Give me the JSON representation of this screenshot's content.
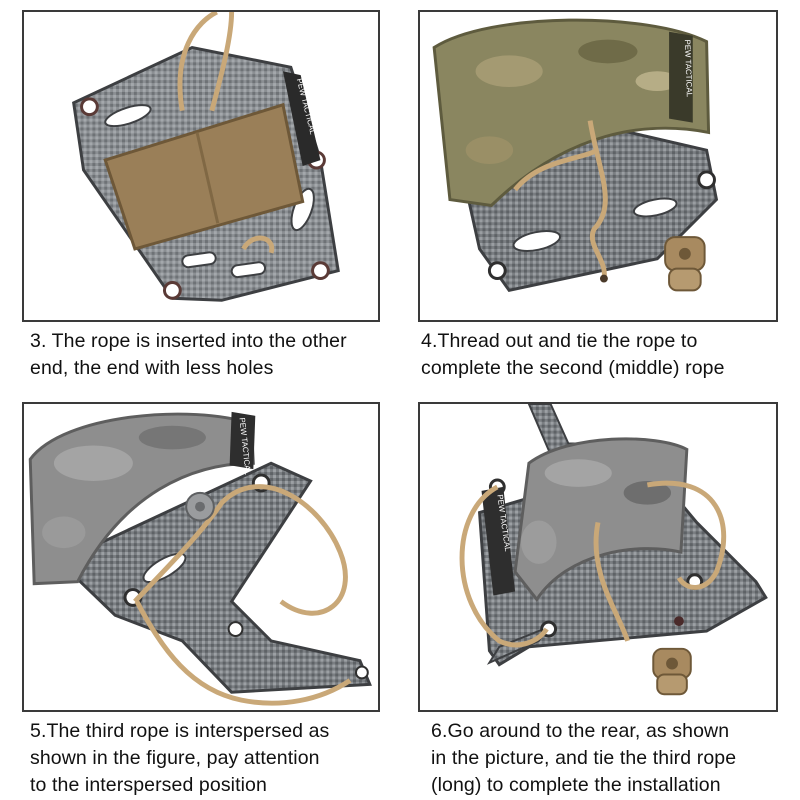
{
  "steps": [
    {
      "caption": "3. The rope is inserted into the other\nend, the end with less holes",
      "brand": "PEW TACTICAL"
    },
    {
      "caption": "4.Thread out and tie the rope to\ncomplete the second (middle) rope",
      "brand": "PEW TACTICAL"
    },
    {
      "caption": "5.The third rope is interspersed as\nshown in the figure, pay attention\nto the interspersed position",
      "brand": "PEW TACTICAL"
    },
    {
      "caption": "6.Go around to the rear, as shown\nin the picture, and tie the third rope\n(long) to complete the installation",
      "brand": "PEW TACTICAL"
    }
  ],
  "colors": {
    "border": "#3a3a3a",
    "plate": "#8b8f93",
    "cord": "#c9a878",
    "coyote": "#9a7f58",
    "multicam": "#8a8660",
    "grey_camo": "#8e8e8e",
    "stopper": "#a88a60"
  }
}
